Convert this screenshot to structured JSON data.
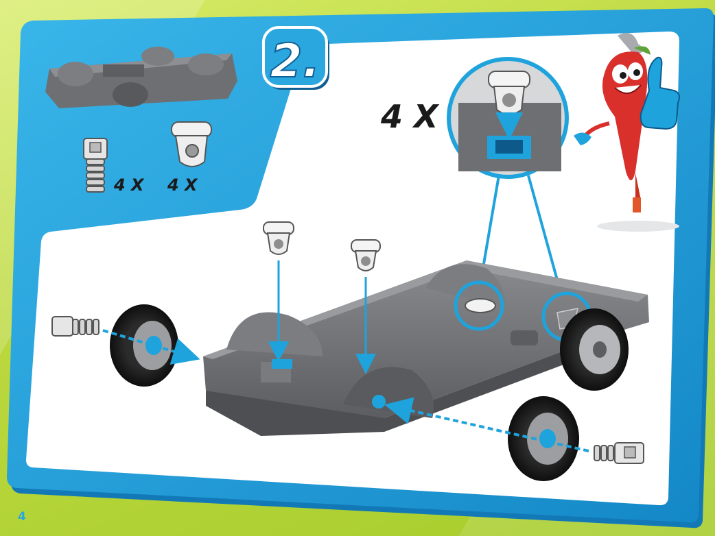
{
  "step": {
    "number": "2."
  },
  "parts_panel": {
    "screw_count": "4 X",
    "connector_count": "4 X"
  },
  "detail": {
    "count": "4 X"
  },
  "page": {
    "number": "4"
  },
  "icons": [
    "chassis",
    "screw-icon",
    "connector-icon",
    "wheel-icon",
    "arrow-icon",
    "mascot-chili-icon",
    "thumbs-up-icon"
  ],
  "colors": {
    "frame_blue": "#20a4dc",
    "panel_light_blue": "#4ab7e8",
    "chassis_gray": "#6e6f72",
    "mascot_red": "#d9302b",
    "green_background": "#b5d43a"
  }
}
